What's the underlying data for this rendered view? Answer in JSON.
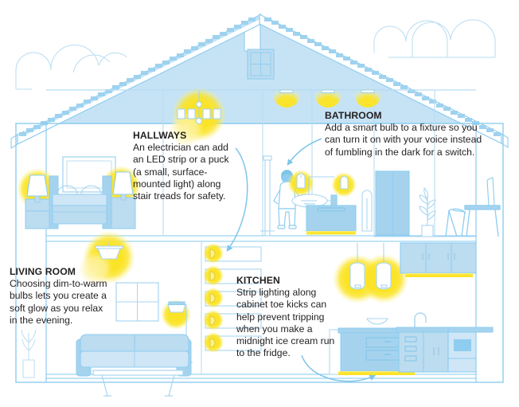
{
  "title": "Home Lighting Cutaway Infographic",
  "palette": {
    "outline": "#8ecdf0",
    "fill_light": "#cfe6f6",
    "fill_mid": "#bcdcf0",
    "fill_deep": "#9ccfe8",
    "glow_yellow": "#fbe428",
    "glow_soft": "#fdf5b5",
    "strip_yellow": "#fbe428",
    "text": "#231f20",
    "arrow": "#7ec5e8",
    "background": "#ffffff"
  },
  "callouts": [
    {
      "id": "hallways",
      "heading": "HALLWAYS",
      "body": "An electrician can add an LED strip or a puck (a small, surface-mounted light) along stair treads for safety."
    },
    {
      "id": "bathroom",
      "heading": "BATHROOM",
      "body": "Add a smart bulb to a fixture so you can turn it on with your voice instead of fumbling in the dark for a switch."
    },
    {
      "id": "living_room",
      "heading": "LIVING ROOM",
      "body": "Choosing dim-to-warm bulbs lets you create a soft glow as you relax in the evening."
    },
    {
      "id": "kitchen",
      "heading": "KITCHEN",
      "body": "Strip lighting along cabinet toe kicks can help prevent tripping when you make a midnight ice cream run to the fridge."
    }
  ],
  "scene": {
    "structure": [
      "gable-roof-with-shingles",
      "attic-with-window-and-chimney",
      "two-floor-cutaway",
      "exterior-frame-border"
    ],
    "sky": {
      "clouds": 4
    },
    "rooms": [
      {
        "name": "bedroom",
        "floor": "upper-left",
        "objects": [
          "wall-art",
          "bed",
          "nightstand-left",
          "nightstand-right",
          "table-lamp-left",
          "table-lamp-right"
        ],
        "lights": 2
      },
      {
        "name": "hallway",
        "floor": "upper-middle",
        "objects": [
          "chandelier"
        ],
        "lights": 1
      },
      {
        "name": "bathroom",
        "floor": "upper-right",
        "objects": [
          "person",
          "vanity",
          "mirror-sconce",
          "wall-sconce",
          "towel",
          "shower",
          "recessed-ceiling-lights"
        ],
        "lights": 5,
        "strip_lighting": [
          "vanity-toe-kick"
        ]
      },
      {
        "name": "dining",
        "floor": "upper-far-right",
        "objects": [
          "potted-plant",
          "dining-chair",
          "dining-table"
        ],
        "lights": 0
      },
      {
        "name": "living_room",
        "floor": "lower-left",
        "objects": [
          "flush-ceiling-light",
          "window",
          "floor-lamp",
          "sofa",
          "coffee-table",
          "reed-vase"
        ],
        "lights": 2
      },
      {
        "name": "staircase",
        "floor": "lower-middle",
        "objects": [
          "stair-treads"
        ],
        "lights": 5,
        "puck_lights": 5
      },
      {
        "name": "kitchen",
        "floor": "lower-right",
        "objects": [
          "pendant-light-left",
          "pendant-light-right",
          "island",
          "fruit-bowl",
          "upper-cabinets",
          "lower-cabinets",
          "sink",
          "faucet",
          "range"
        ],
        "lights": 2,
        "strip_lighting": [
          "island-toe-kick",
          "under-cabinet"
        ]
      }
    ],
    "arrows": [
      {
        "from": "hallways-callout",
        "to": "stair-puck-light",
        "style": "curved-down-left"
      },
      {
        "from": "bathroom-callout",
        "to": "vanity-sconce",
        "style": "curved-down-left"
      },
      {
        "from": "kitchen-callout",
        "to": "island-toe-kick-strip",
        "style": "curved-right"
      }
    ]
  }
}
